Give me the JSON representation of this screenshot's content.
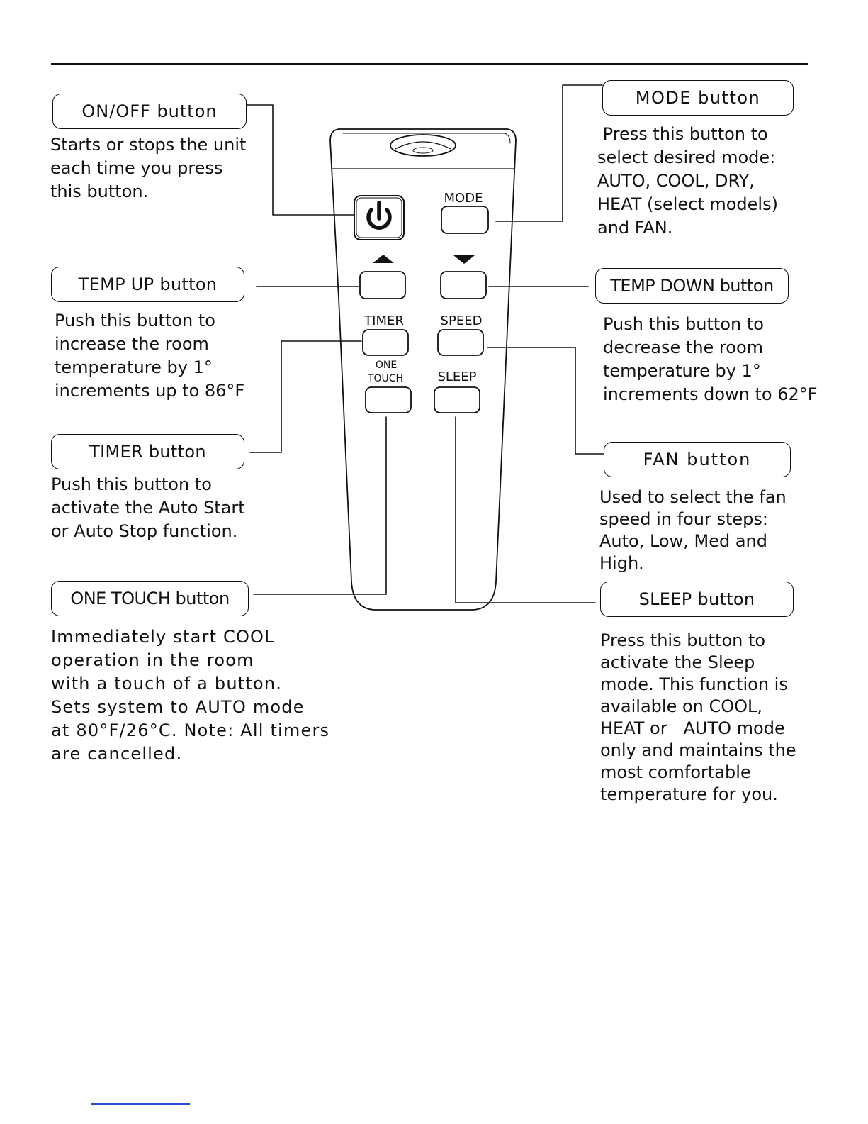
{
  "callouts": {
    "on_off": {
      "label": "ON/OFF button",
      "description": "Starts or stops the unit\neach time you press\nthis button."
    },
    "mode": {
      "label": "MODE button",
      "description": " Press this button to\nselect desired mode:\nAUTO, COOL, DRY,\nHEAT (select models)\nand FAN."
    },
    "temp_up": {
      "label": "TEMP UP button",
      "description": "Push this button to\nincrease the room\ntemperature by 1°\nincrements up to 86°F"
    },
    "temp_down": {
      "label": "TEMP DOWN button",
      "description": "Push this button to\ndecrease the room\ntemperature by 1°\nincrements down to 62°F"
    },
    "timer": {
      "label": "TIMER button",
      "description": "Push this button to\nactivate the Auto Start\nor Auto Stop function."
    },
    "fan": {
      "label": "FAN  button",
      "description": "Used to select the fan\nspeed in four steps:\nAuto, Low, Med and\nHigh."
    },
    "one_touch": {
      "label": "ONE TOUCH button",
      "description": "Immediately start COOL\noperation in the room\nwith a touch of a button.\nSets system to AUTO mode\nat 80°F/26°C. Note: All timers\nare cancelled."
    },
    "sleep": {
      "label": "SLEEP button",
      "description": "Press this button to\nactivate the Sleep\nmode. This function is\navailable on COOL,\nHEAT or   AUTO mode\nonly and maintains the\nmost comfortable\ntemperature for you."
    }
  },
  "remote": {
    "mode_label": "MODE",
    "timer_label": "TIMER",
    "speed_label": "SPEED",
    "one_label": "ONE",
    "touch_label": "TOUCH",
    "sleep_label": "SLEEP",
    "power_icon": "power-icon",
    "up_icon": "triangle-up-icon",
    "down_icon": "triangle-down-icon"
  },
  "colors": {
    "ink": "#111111",
    "background": "#ffffff",
    "footer_link": "#2b4bd6"
  }
}
